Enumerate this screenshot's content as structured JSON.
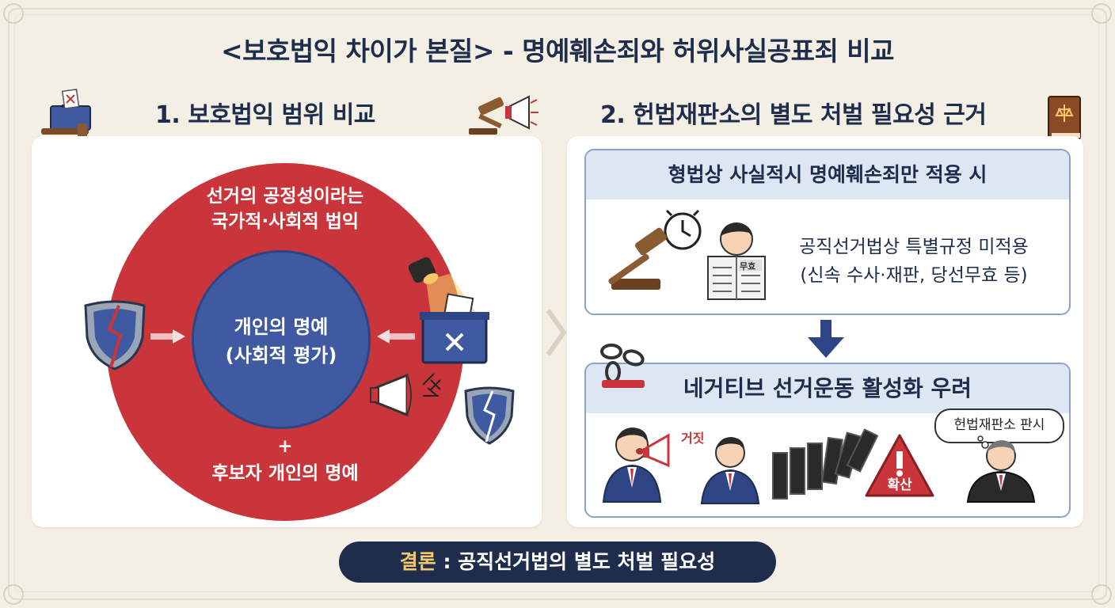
{
  "title": "<보호법익 차이가 본질> - 명예훼손죄와 허위사실공표죄 비교",
  "section1": {
    "heading": "1. 보호법익 범위 비교",
    "outer_label_line1": "선거의 공정성이라는",
    "outer_label_line2": "국가적·사회적 법익",
    "inner_label_line1": "개인의 명예",
    "inner_label_line2": "(사회적 평가)",
    "plus": "+",
    "bottom_label": "후보자 개인의 명예"
  },
  "section2": {
    "heading": "2. 헌법재판소의 별도 처벌 필요성 근거",
    "box1": {
      "heading": "형법상 사실적시 명예훼손죄만 적용 시",
      "line1": "공직선거법상 특별규정 미적용",
      "line2": "(신속 수사·재판, 당선무효 등)",
      "newspaper_text": "무효"
    },
    "box2": {
      "heading": "네거티브 선거운동 활성화 우려",
      "lie_label": "거짓",
      "spread_label": "확산",
      "bubble": "헌법재판소 판시"
    }
  },
  "conclusion": {
    "label": "결론",
    "text": ": 공직선거법의 별도 처벌 필요성"
  },
  "colors": {
    "navy": "#1f2d4d",
    "red": "#c9353a",
    "blue": "#3f5aa0",
    "box_header": "#dde6f3",
    "accent_gold": "#f4c96b"
  },
  "icons": [
    "ballot-box-icon",
    "gavel-icon",
    "megaphone-icon",
    "law-book-icon",
    "broken-shield-icon",
    "spotlight-icon",
    "clock-icon",
    "newspaper-reader-icon",
    "broken-chain-icon",
    "dominoes-icon",
    "warning-icon",
    "judge-icon",
    "arrow-down-icon",
    "chevron-right-icon"
  ]
}
